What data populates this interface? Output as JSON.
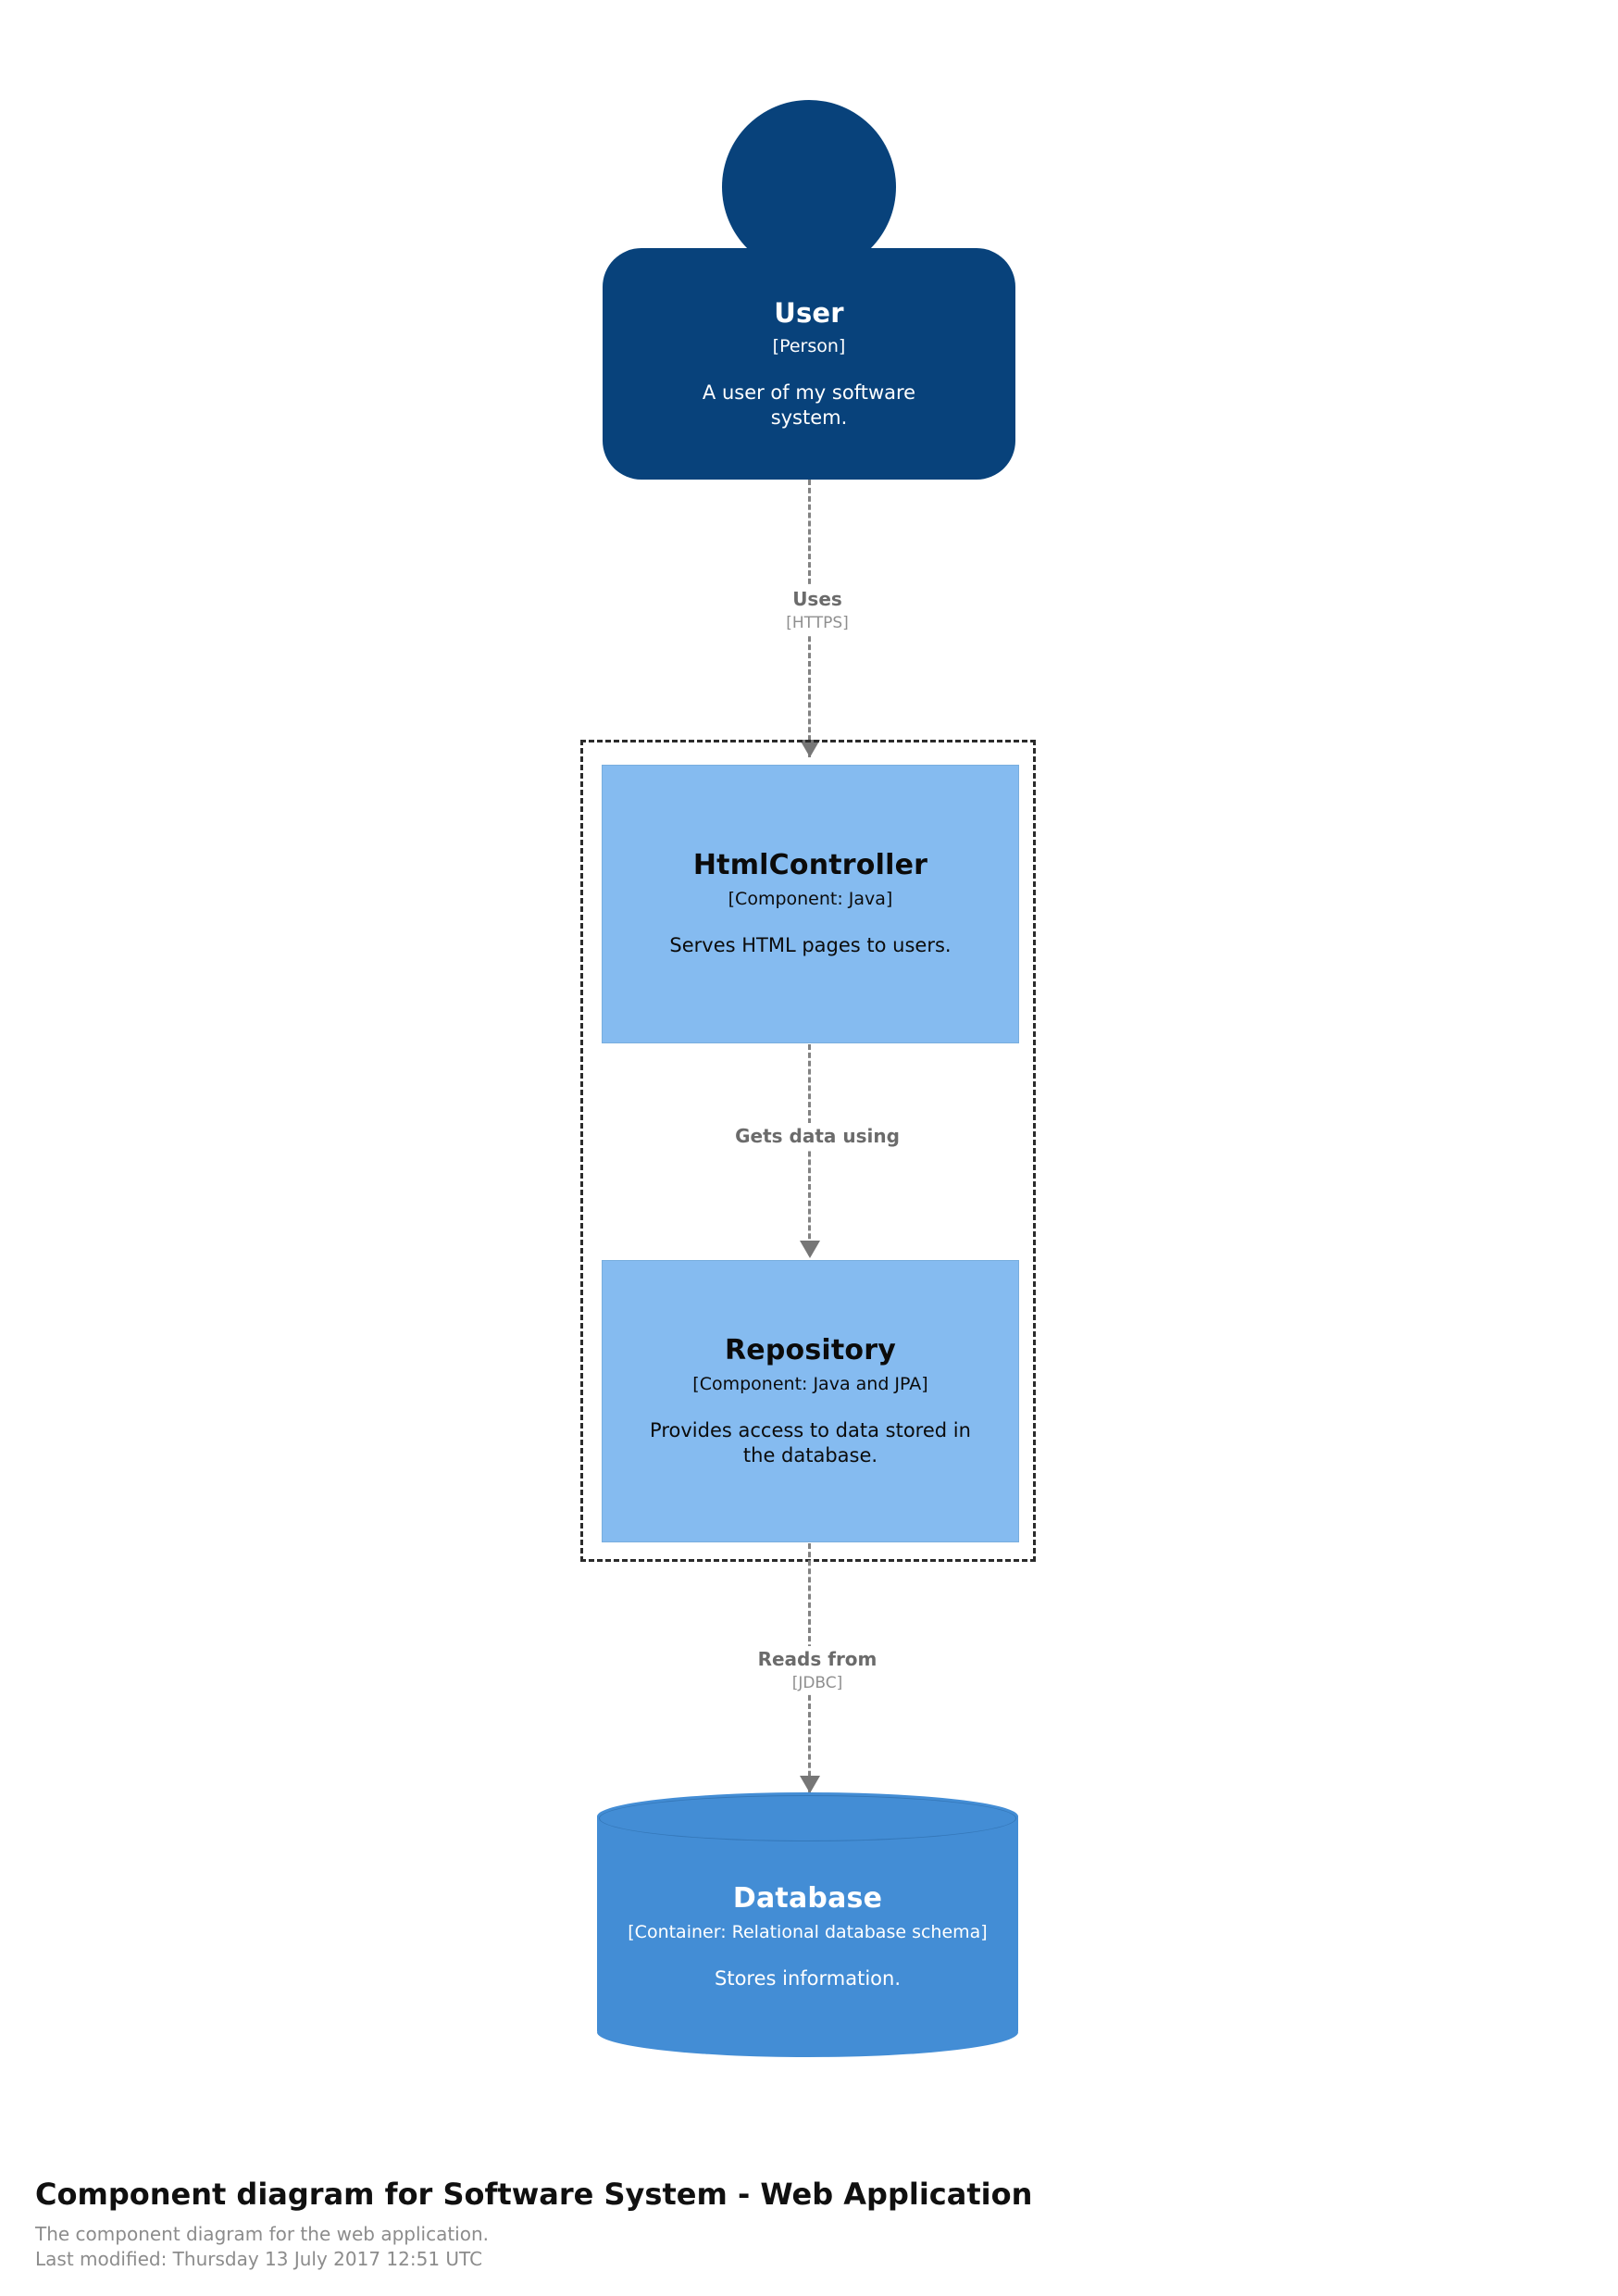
{
  "diagram": {
    "title": "Component diagram for Software System - Web Application",
    "description": "The component diagram for the web application.",
    "last_modified": "Last modified: Thursday 13 July 2017 12:51 UTC",
    "colors": {
      "person": "#08427B",
      "component": "#85BBF0",
      "container_database": "#438DD5",
      "boundary_stroke": "#2B2B2B",
      "relationship_stroke": "#828282",
      "relationship_label": "#6B6B6B"
    }
  },
  "nodes": {
    "user": {
      "name": "User",
      "tech": "[Person]",
      "description": "A user of my software system.",
      "shape": "person"
    },
    "html_controller": {
      "name": "HtmlController",
      "tech": "[Component: Java]",
      "description": "Serves HTML pages to users.",
      "shape": "box"
    },
    "repository": {
      "name": "Repository",
      "tech": "[Component: Java and JPA]",
      "description": "Provides access to data stored in the database.",
      "shape": "box"
    },
    "database": {
      "name": "Database",
      "tech": "[Container: Relational database schema]",
      "description": "Stores information.",
      "shape": "cylinder"
    }
  },
  "relationships": [
    {
      "from": "user",
      "to": "html_controller",
      "description": "Uses",
      "technology": "[HTTPS]"
    },
    {
      "from": "html_controller",
      "to": "repository",
      "description": "Gets data using",
      "technology": ""
    },
    {
      "from": "repository",
      "to": "database",
      "description": "Reads from",
      "technology": "[JDBC]"
    }
  ]
}
